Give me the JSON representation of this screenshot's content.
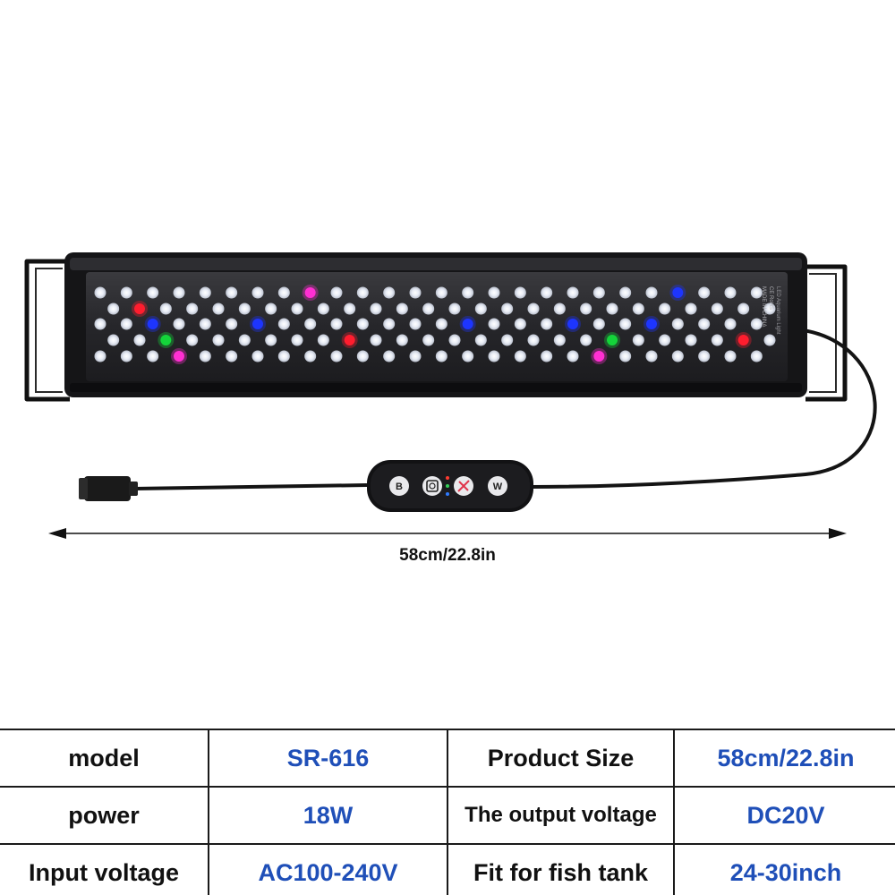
{
  "dimension": "58cm/22.8in",
  "product_text": {
    "fixture_print": "LED Aquarium Light",
    "marks": "CE RoHS",
    "origin": "MADE IN CHINA"
  },
  "controller": {
    "button_b": "B",
    "button_w": "W"
  },
  "specs": {
    "rows": [
      {
        "label1": "model",
        "value1": "SR-616",
        "label2": "Product Size",
        "value2": "58cm/22.8in"
      },
      {
        "label1": "power",
        "value1": "18W",
        "label2": "The output voltage",
        "value2": "DC20V"
      },
      {
        "label1": "Input voltage",
        "value1": "AC100-240V",
        "label2": "Fit for fish tank",
        "value2": "24-30inch"
      }
    ]
  },
  "colors": {
    "label_text": "#111111",
    "value_text": "#1f4fb8",
    "led_white": "#f4f6fb",
    "led_blue": "#1d35ff",
    "led_red": "#ff1d2e",
    "led_green": "#14d43a",
    "led_pink": "#ff2fd2"
  }
}
